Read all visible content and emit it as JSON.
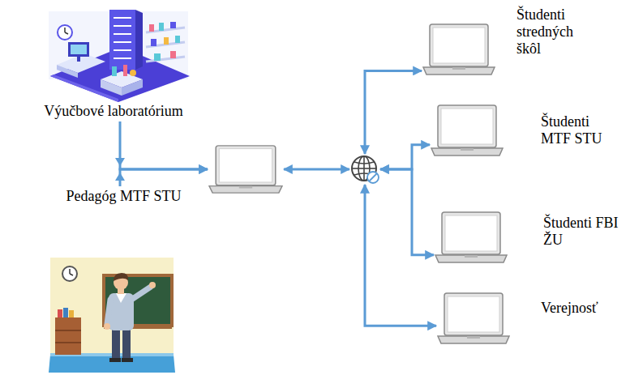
{
  "diagram": {
    "nodes": [
      {
        "text": [
          "Výučbové laboratórium"
        ]
      },
      {
        "text": [
          "Pedagóg MTF STU"
        ]
      },
      {
        "text": []
      },
      {
        "text": []
      },
      {
        "text": [
          "Študenti stredných škôl"
        ]
      },
      {
        "text": [
          "Študenti MTF STU"
        ]
      },
      {
        "text": [
          "Študenti FBI ŽU"
        ]
      },
      {
        "text": [
          "Verejnosť"
        ]
      }
    ],
    "edges": [
      {
        "from": 0,
        "to": 2,
        "arrow": "to"
      },
      {
        "from": 1,
        "to": 2,
        "arrow": "to"
      },
      {
        "from": 2,
        "to": 3,
        "arrow": "both"
      },
      {
        "from": 3,
        "to": 4,
        "arrow": "both"
      },
      {
        "from": 3,
        "to": 5,
        "arrow": "both"
      },
      {
        "from": 3,
        "to": 6,
        "arrow": "both"
      },
      {
        "from": 3,
        "to": 7,
        "arrow": "both"
      }
    ]
  }
}
